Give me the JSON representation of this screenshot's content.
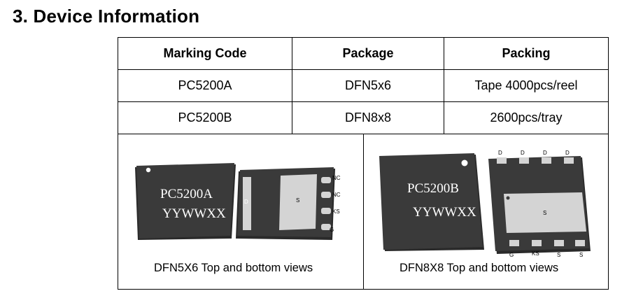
{
  "section": {
    "title": "3. Device Information"
  },
  "table": {
    "headers": [
      "Marking Code",
      "Package",
      "Packing"
    ],
    "rows": [
      [
        "PC5200A",
        "DFN5x6",
        "Tape 4000pcs/reel"
      ],
      [
        "PC5200B",
        "DFN8x8",
        "2600pcs/tray"
      ]
    ]
  },
  "figures": {
    "left": {
      "caption": "DFN5X6 Top and bottom views",
      "marking_line1": "PC5200A",
      "marking_line2": "YYWWXX",
      "pins_right": [
        "NC",
        "NC",
        "KS",
        "G"
      ],
      "pad_d": "D",
      "pad_s": "S"
    },
    "right": {
      "caption": "DFN8X8 Top and bottom views",
      "marking_line1": "PC5200B",
      "marking_line2": "YYWWXX",
      "pins_top": [
        "D",
        "D",
        "D",
        "D"
      ],
      "pins_bottom": [
        "G",
        "KS",
        "S",
        "S"
      ],
      "pad_s": "S"
    }
  },
  "colors": {
    "chip_body": "#3a3a3a",
    "chip_edge": "#222222",
    "pad": "#d4d4d4"
  }
}
